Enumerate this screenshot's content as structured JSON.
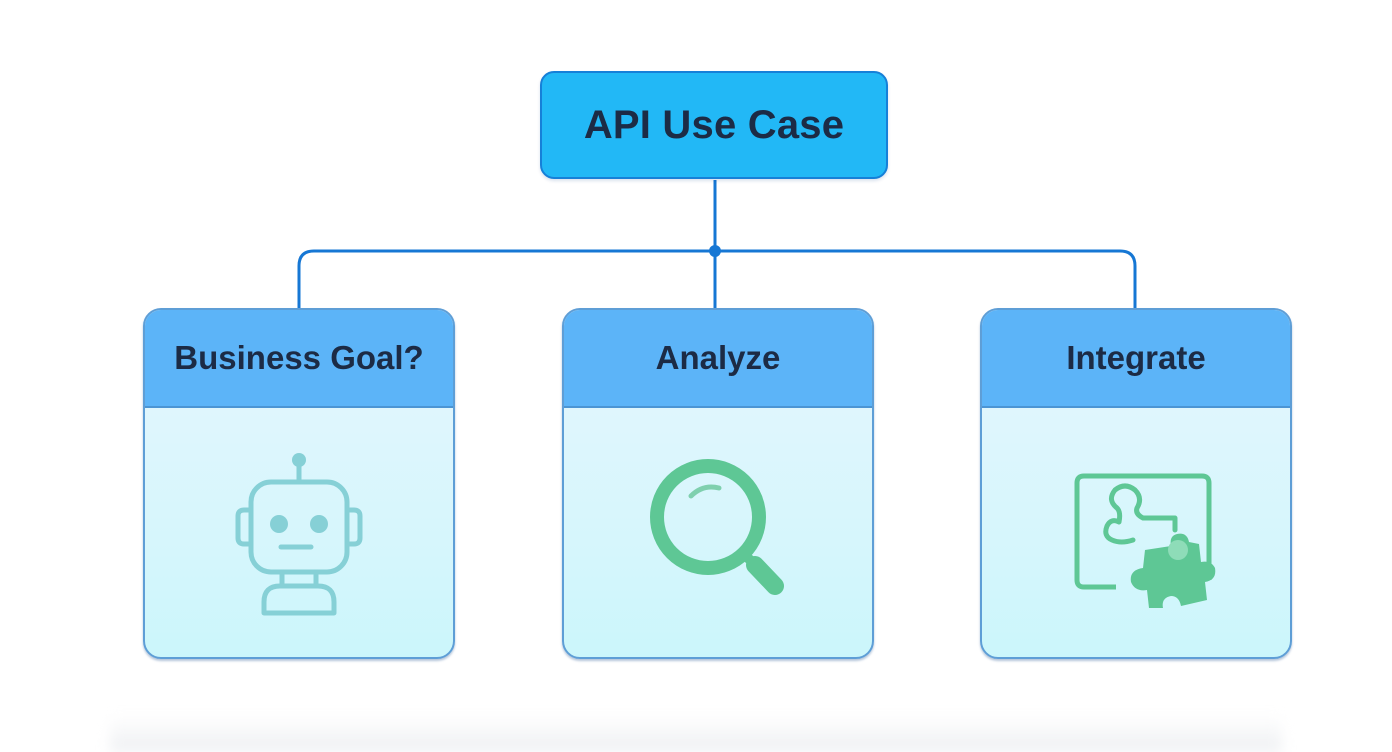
{
  "diagram": {
    "root": {
      "label": "API Use Case"
    },
    "children": [
      {
        "label": "Business Goal?",
        "icon": "robot-icon"
      },
      {
        "label": "Analyze",
        "icon": "magnifying-glass-icon"
      },
      {
        "label": "Integrate",
        "icon": "puzzle-piece-icon"
      }
    ],
    "colors": {
      "root_fill": "#22b8f6",
      "header_fill": "#5cb4f8",
      "connector": "#1677d4",
      "text": "#1c2b45",
      "robot_icon": "#86d0d6",
      "green_icon": "#5ec795"
    }
  }
}
